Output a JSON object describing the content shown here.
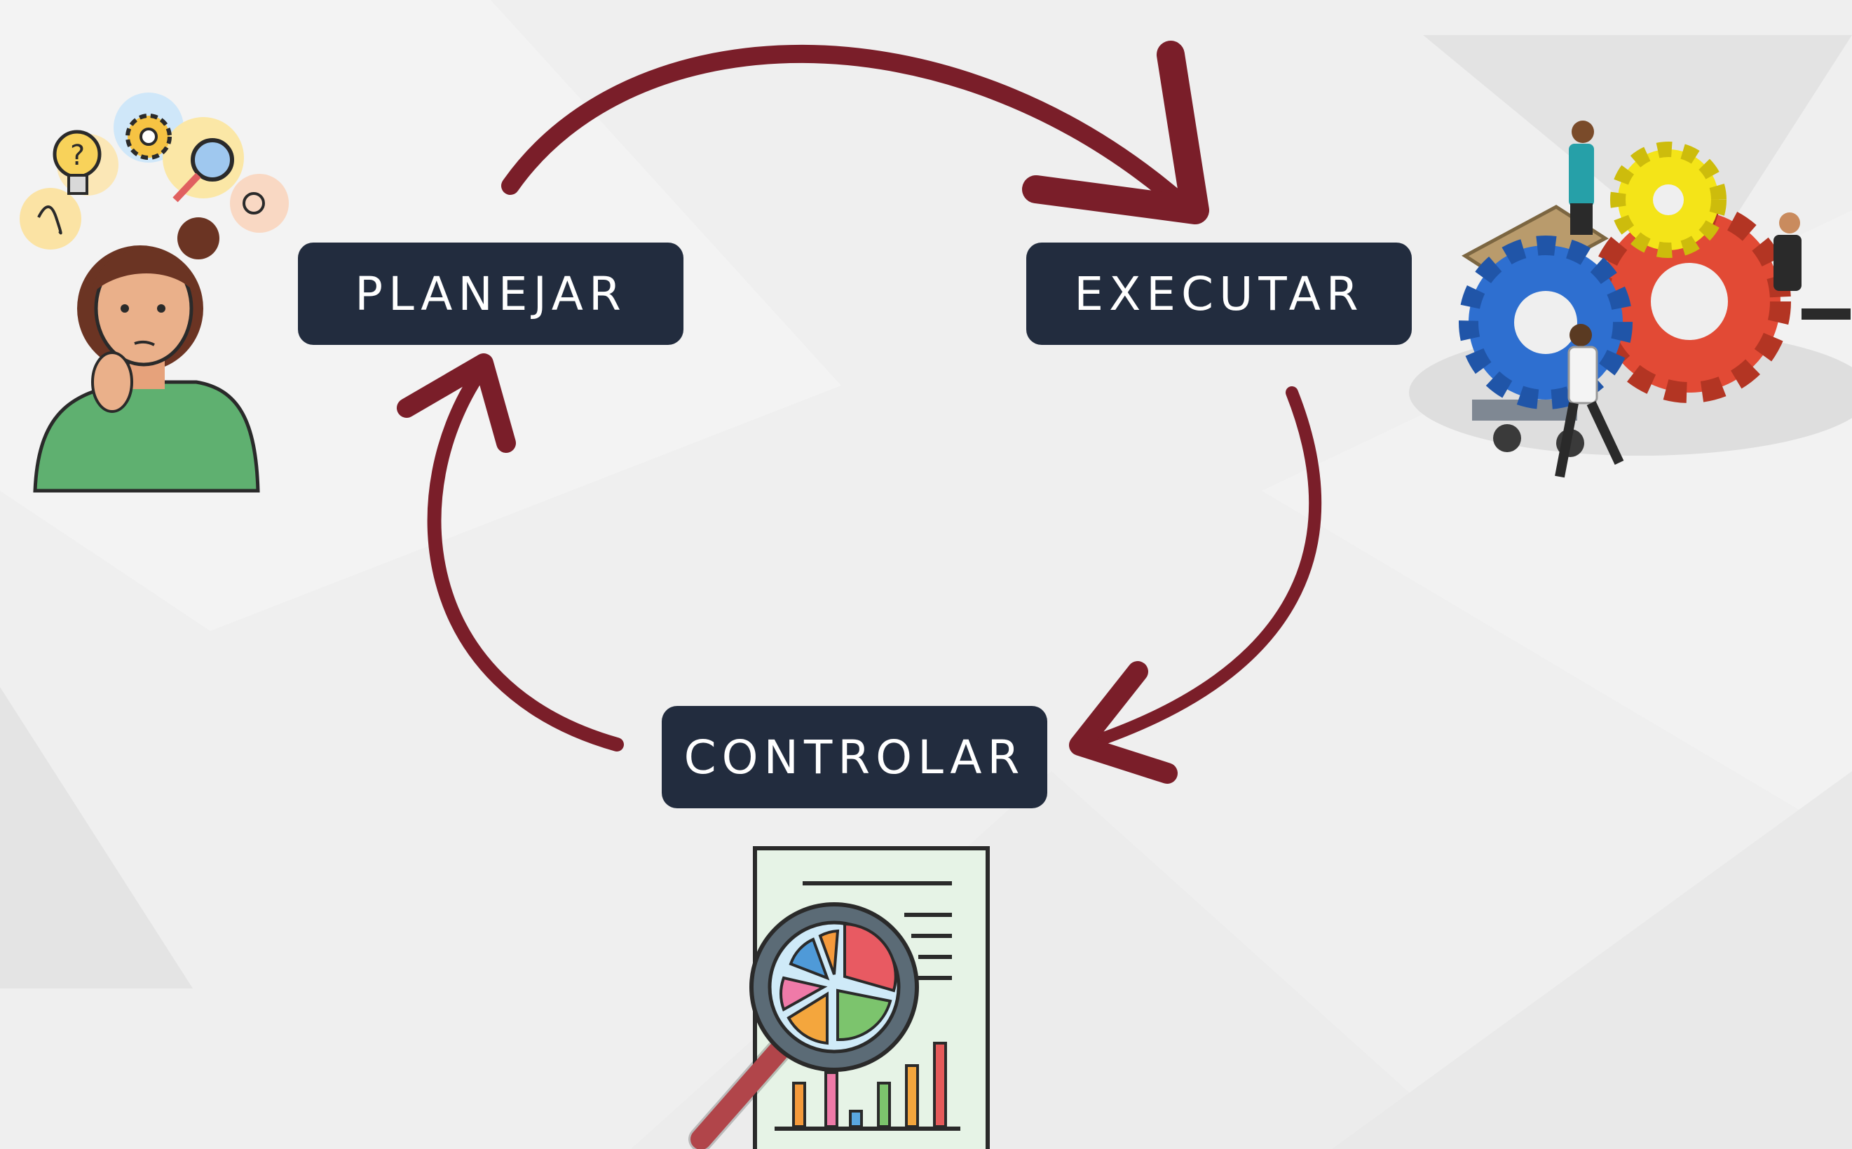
{
  "diagram": {
    "steps": [
      {
        "id": "planejar",
        "label": "PLANEJAR"
      },
      {
        "id": "executar",
        "label": "EXECUTAR"
      },
      {
        "id": "controlar",
        "label": "CONTROLAR"
      }
    ],
    "flow": [
      "PLANEJAR",
      "EXECUTAR",
      "CONTROLAR",
      "PLANEJAR"
    ]
  },
  "colors": {
    "background": "#efefef",
    "label_box": "#222c3e",
    "label_text": "#ffffff",
    "arrow": "#7a1e29"
  },
  "illustrations": {
    "planejar": "woman-thinking-icon",
    "executar": "team-with-gears-icon",
    "controlar": "report-magnifier-chart-icon"
  }
}
